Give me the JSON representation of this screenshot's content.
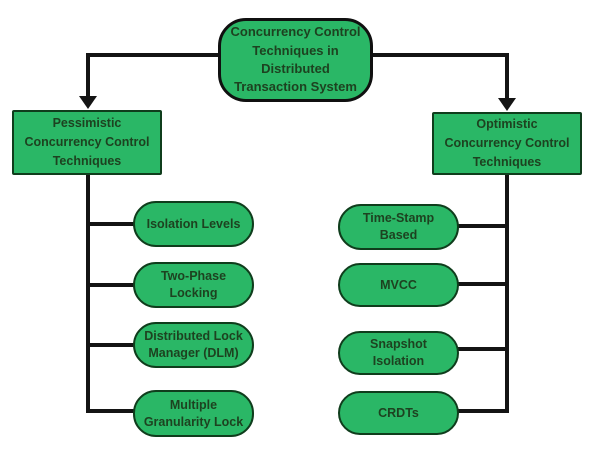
{
  "diagram_title": "Concurrency Control Techniques in Distributed Transaction System",
  "colors": {
    "background": "#ffffff",
    "node_fill": "#2ab766",
    "node_border": "#0f3d1c",
    "root_border": "#101010",
    "line": "#141414",
    "text": "#1d4220"
  },
  "nodes": {
    "root": {
      "label": "Concurrency Control\nTechniques in\nDistributed\nTransaction System"
    },
    "pessimistic": {
      "label": "Pessimistic\nConcurrency Control\nTechniques"
    },
    "optimistic": {
      "label": "Optimistic\nConcurrency Control\nTechniques"
    },
    "pessimistic_children": [
      {
        "label": "Isolation Levels"
      },
      {
        "label": "Two-Phase\nLocking"
      },
      {
        "label": "Distributed Lock\nManager (DLM)"
      },
      {
        "label": "Multiple\nGranularity Lock"
      }
    ],
    "optimistic_children": [
      {
        "label": "Time-Stamp\nBased"
      },
      {
        "label": "MVCC"
      },
      {
        "label": "Snapshot\nIsolation"
      },
      {
        "label": "CRDTs"
      }
    ]
  }
}
